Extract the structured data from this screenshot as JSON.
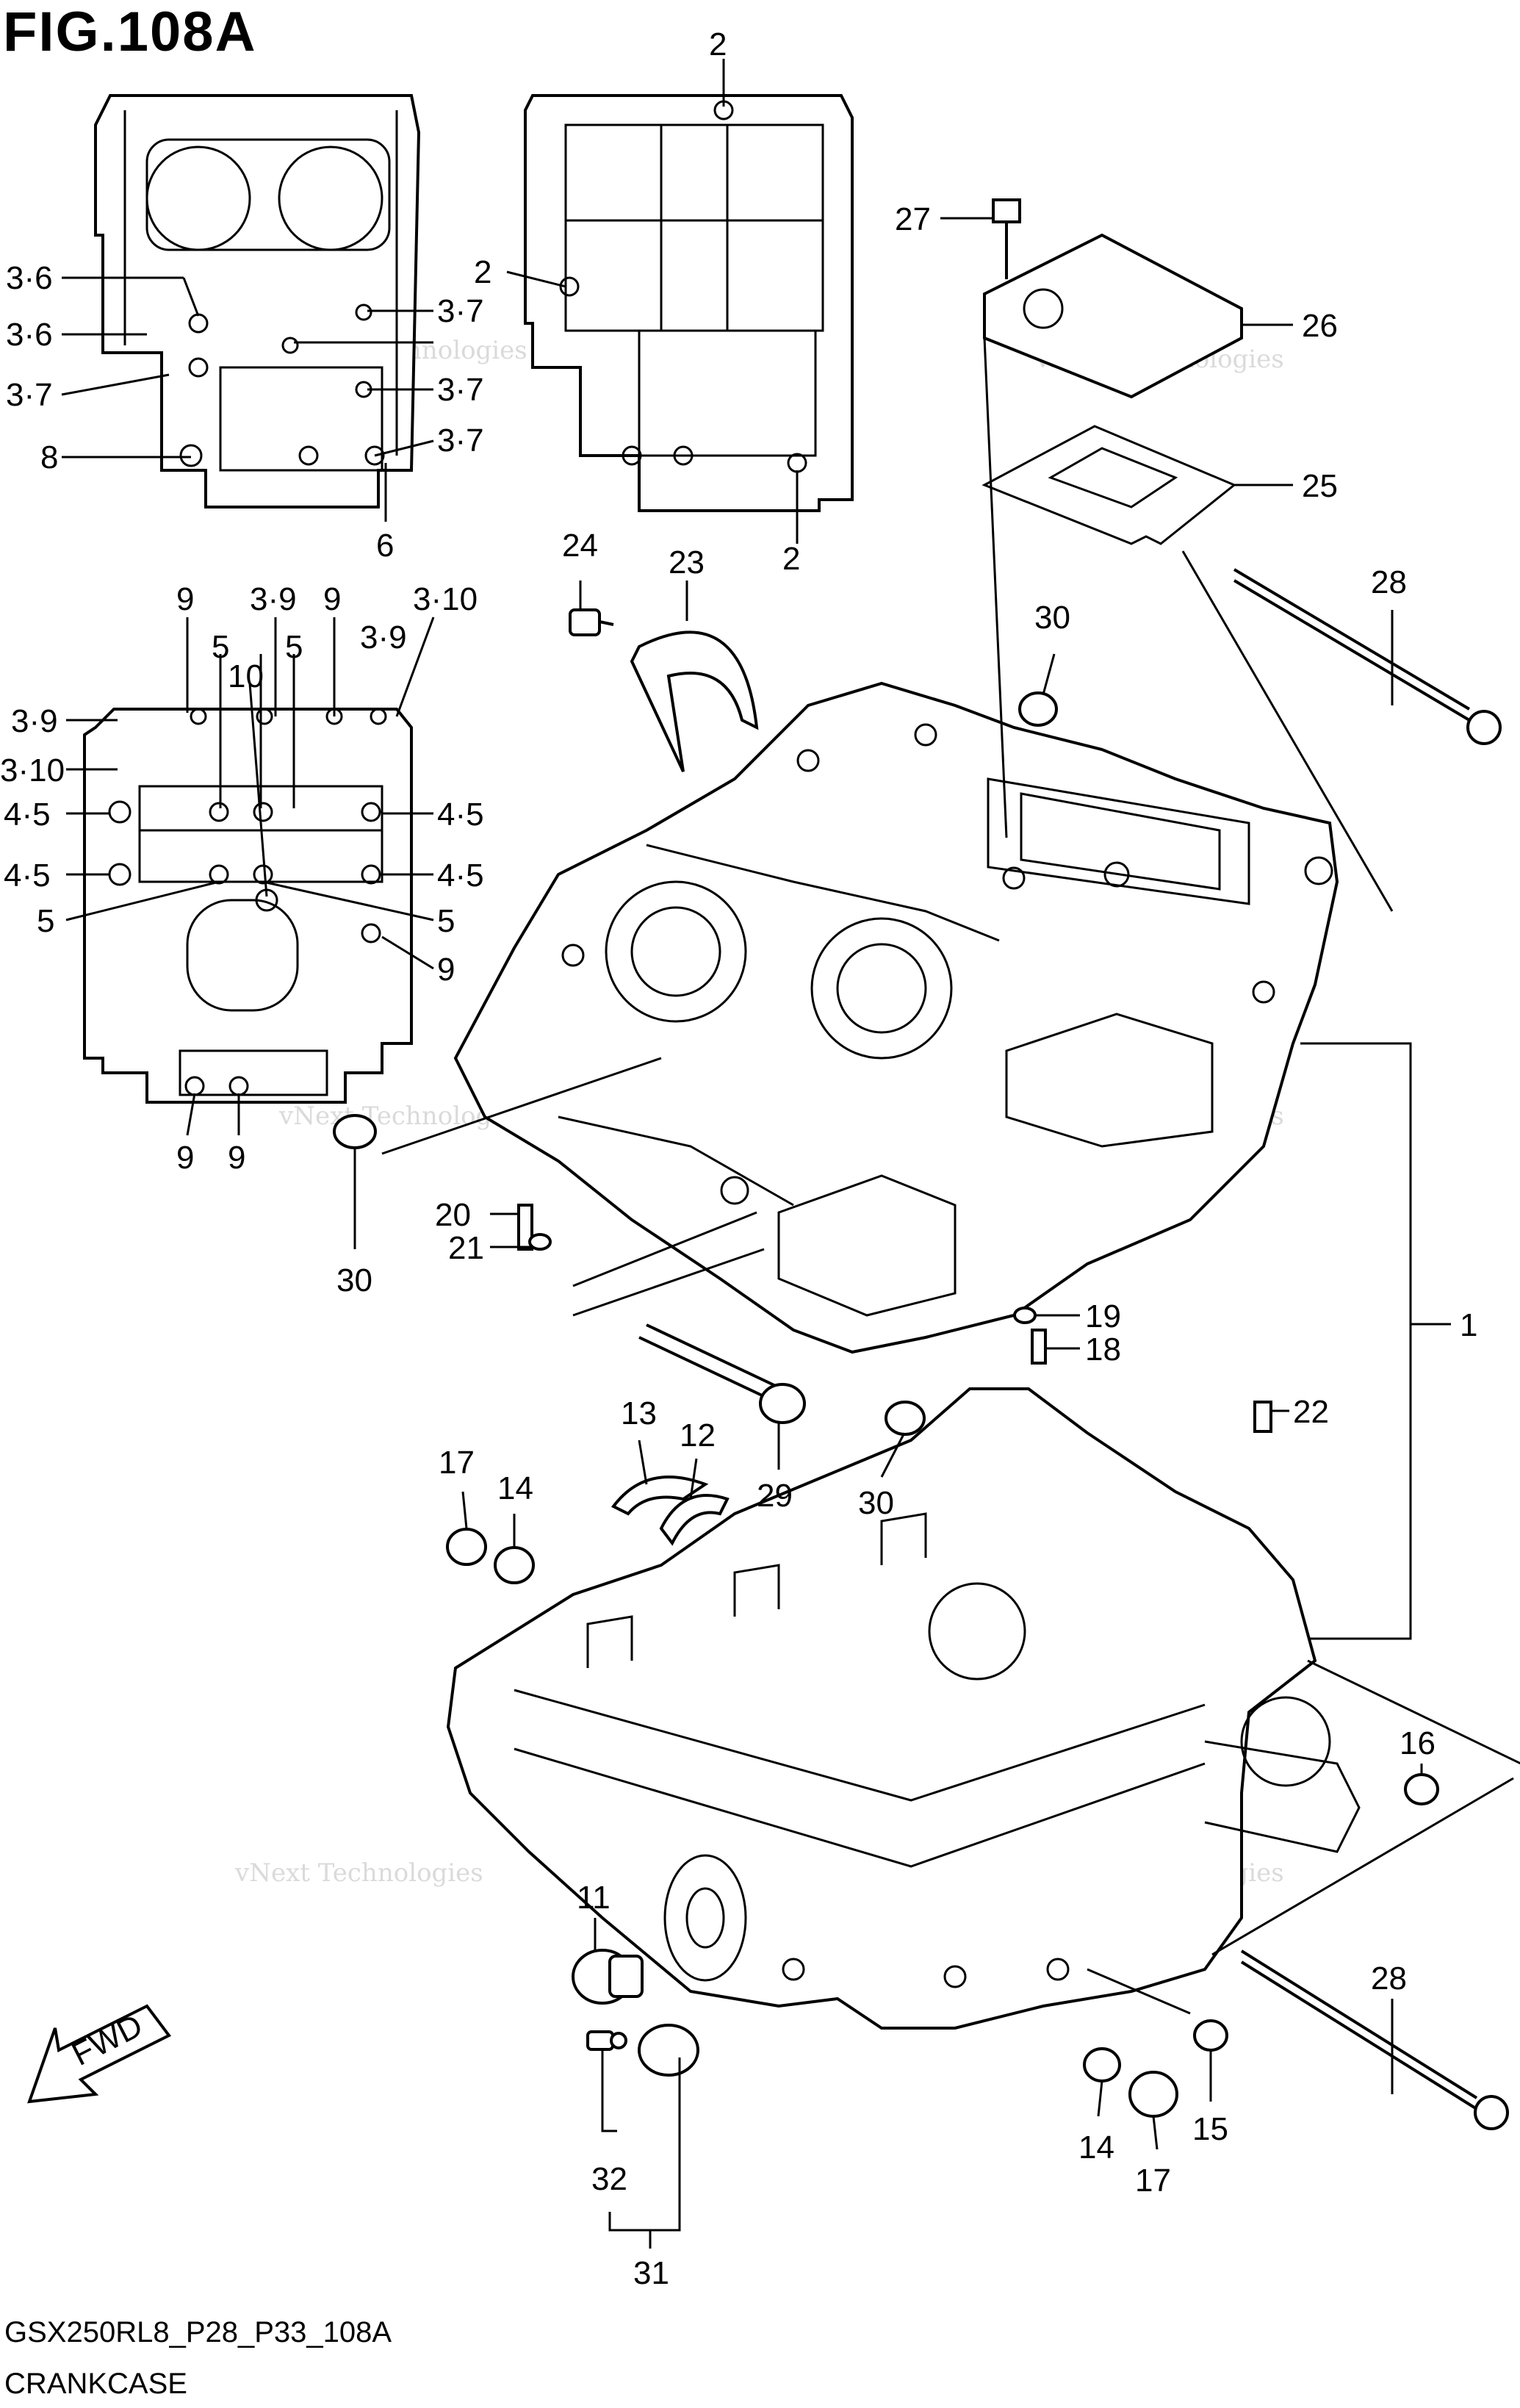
{
  "figure": {
    "title": "FIG.108A",
    "model_code": "GSX250RL8_P28_P33_108A",
    "caption": "CRANKCASE",
    "fwd_label": "FWD",
    "watermark_line1": "vNext Technologies",
    "watermark_line2": "Technologies"
  },
  "callouts": {
    "c2a": "2",
    "c2b": "2",
    "c2c": "2",
    "c36a": "3·6",
    "c36b": "3·6",
    "c37a": "3·7",
    "c37b": "3·7",
    "c37c": "3·7",
    "c37d": "3·7",
    "c8": "8",
    "c6": "6",
    "c9a": "9",
    "c39a": "3·9",
    "c9b": "9",
    "c310a": "3·10",
    "c5a": "5",
    "c10": "10",
    "c5b": "5",
    "c39b": "3·9",
    "c39c": "3·9",
    "c310b": "3·10",
    "c45a": "4·5",
    "c45b": "4·5",
    "c45c": "4·5",
    "c45d": "4·5",
    "c5c": "5",
    "c5d": "5",
    "c9c": "9",
    "c9d": "9",
    "c9e": "9",
    "c27": "27",
    "c26": "26",
    "c25": "25",
    "c28a": "28",
    "c30a": "30",
    "c24": "24",
    "c23": "23",
    "c20": "20",
    "c21": "21",
    "c30b": "30",
    "c19": "19",
    "c18": "18",
    "c1": "1",
    "c13": "13",
    "c12": "12",
    "c17a": "17",
    "c14a": "14",
    "c29": "29",
    "c30c": "30",
    "c22": "22",
    "c16": "16",
    "c11": "11",
    "c28b": "28",
    "c14b": "14",
    "c17b": "17",
    "c15": "15",
    "c32": "32",
    "c31": "31"
  }
}
